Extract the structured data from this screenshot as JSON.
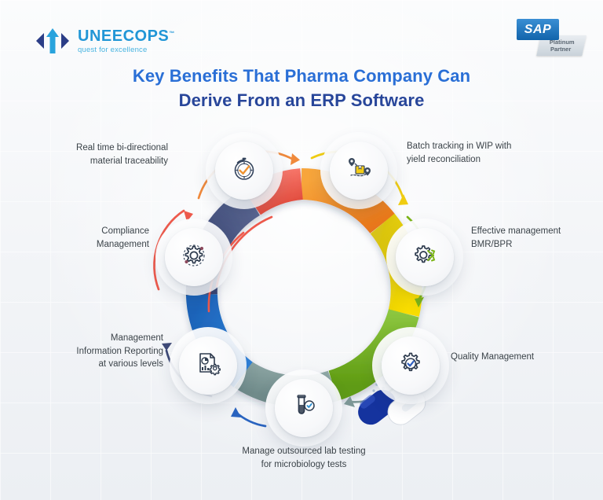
{
  "brand": {
    "logo_name": "UNEECOPS",
    "logo_tm": "™",
    "logo_tagline": "quest for excellence",
    "logo_color": "#2196d6",
    "partner_badge_name": "SAP",
    "partner_badge_line1": "Platinum",
    "partner_badge_line2": "Partner"
  },
  "title": {
    "line1": "Key Benefits That Pharma Company Can",
    "line2": "Derive From an ERP Software",
    "line1_color": "#2a6fd6",
    "line2_color": "#28469a"
  },
  "center": {
    "graphic": "capsule-pill-icon"
  },
  "benefits": [
    {
      "id": "real-time-traceability",
      "label_line1": "Real time bi-directional",
      "label_line2": "material traceability",
      "icon": "stopwatch-check-icon",
      "ribbon_color": "#f28c28",
      "arrow_color": "#f08a3c"
    },
    {
      "id": "batch-tracking",
      "label_line1": "Batch tracking in WIP with",
      "label_line2": "yield reconciliation",
      "icon": "package-route-icon",
      "ribbon_color": "#f2c500",
      "arrow_color": "#f2d000"
    },
    {
      "id": "bmr-bpr-management",
      "label_line1": "Effective management",
      "label_line2": "BMR/BPR",
      "icon": "gear-shuffle-icon",
      "ribbon_color": "#7cb518",
      "arrow_color": "#7cb518"
    },
    {
      "id": "quality-management",
      "label_line1": "Quality Management",
      "label_line2": "",
      "icon": "gear-check-icon",
      "ribbon_color": "#7e9897",
      "arrow_color": "#7e9897"
    },
    {
      "id": "outsourced-lab-testing",
      "label_line1": "Manage outsourced lab testing",
      "label_line2": "for microbiology tests",
      "icon": "test-tube-check-icon",
      "ribbon_color": "#1f6fc4",
      "arrow_color": "#2a64c0"
    },
    {
      "id": "mis-reporting",
      "label_line1": "Management",
      "label_line2": "Information Reporting",
      "label_line3": "at various levels",
      "icon": "report-gear-icon",
      "ribbon_color": "#3e4a77",
      "arrow_color": "#3e4a77"
    },
    {
      "id": "compliance-management",
      "label_line1": "Compliance",
      "label_line2": "Management",
      "icon": "gear-orbit-icon",
      "ribbon_color": "#ef5a4c",
      "arrow_color": "#ee5a4c"
    }
  ]
}
